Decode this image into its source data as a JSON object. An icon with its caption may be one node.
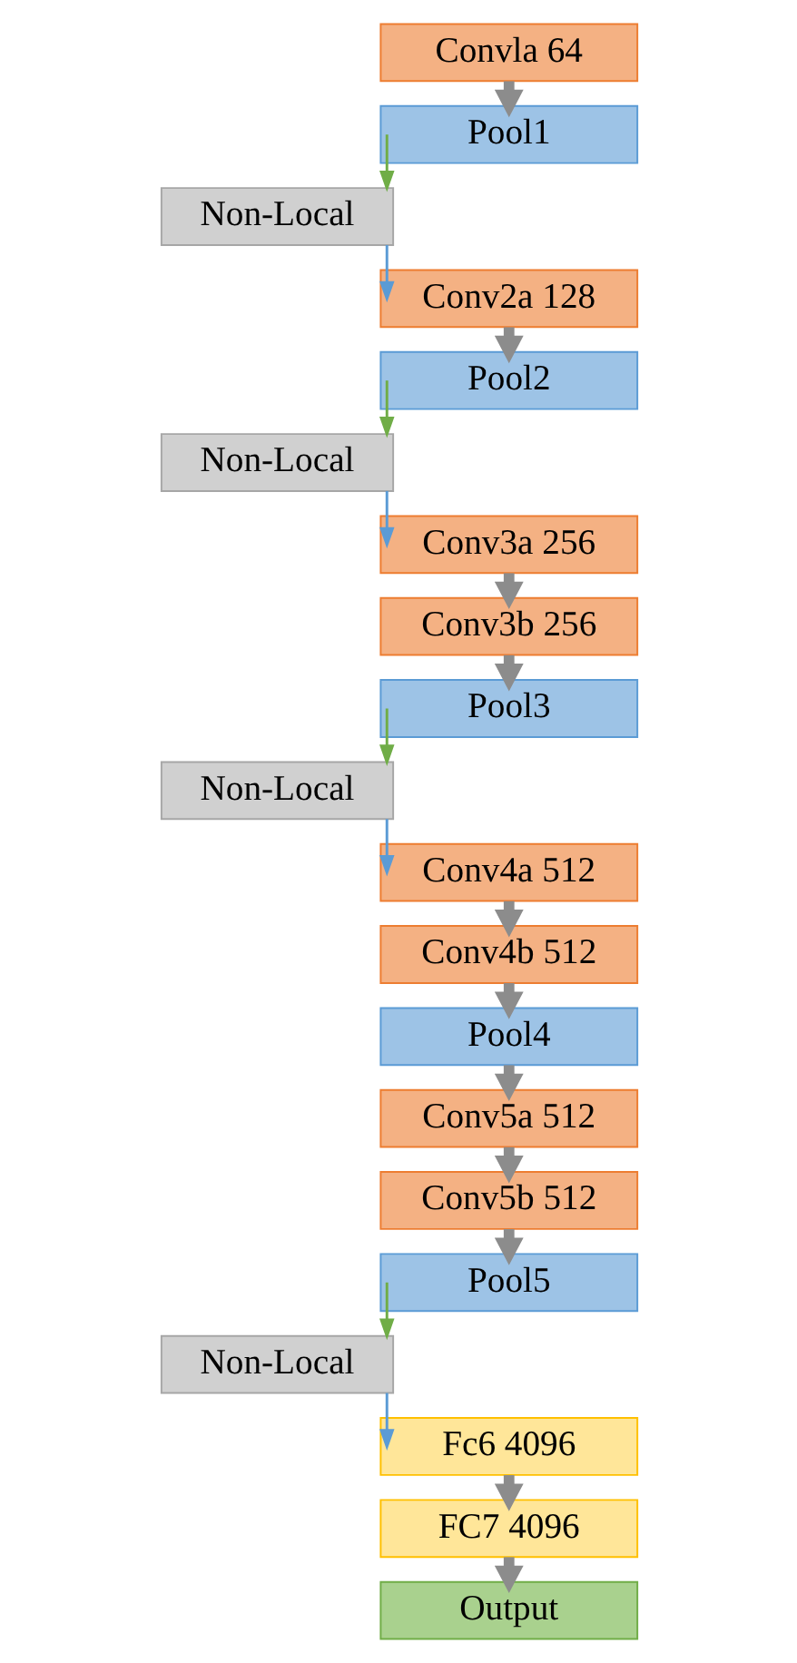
{
  "diagram": {
    "nodes": [
      {
        "text": [
          "Convla 64"
        ]
      },
      {
        "text": [
          "Pool1"
        ]
      },
      {
        "text": [
          "Non-Local"
        ]
      },
      {
        "text": [
          "Conv2a 128"
        ]
      },
      {
        "text": [
          "Pool2"
        ]
      },
      {
        "text": [
          "Non-Local"
        ]
      },
      {
        "text": [
          "Conv3a 256"
        ]
      },
      {
        "text": [
          "Conv3b 256"
        ]
      },
      {
        "text": [
          "Pool3"
        ]
      },
      {
        "text": [
          "Non-Local"
        ]
      },
      {
        "text": [
          "Conv4a 512"
        ]
      },
      {
        "text": [
          "Conv4b 512"
        ]
      },
      {
        "text": [
          "Pool4"
        ]
      },
      {
        "text": [
          "Conv5a 512"
        ]
      },
      {
        "text": [
          "Conv5b 512"
        ]
      },
      {
        "text": [
          "Pool5"
        ]
      },
      {
        "text": [
          "Non-Local"
        ]
      },
      {
        "text": [
          "Fc6 4096"
        ]
      },
      {
        "text": [
          "FC7 4096"
        ]
      },
      {
        "text": [
          "Output"
        ]
      }
    ],
    "edges": [
      {
        "from": 0,
        "to": 1,
        "arrow": "to"
      },
      {
        "from": 1,
        "to": 2,
        "arrow": "to",
        "color": "#70ad47"
      },
      {
        "from": 2,
        "to": 3,
        "arrow": "to",
        "color": "#5b9bd5"
      },
      {
        "from": 3,
        "to": 4,
        "arrow": "to"
      },
      {
        "from": 4,
        "to": 5,
        "arrow": "to",
        "color": "#70ad47"
      },
      {
        "from": 5,
        "to": 6,
        "arrow": "to",
        "color": "#5b9bd5"
      },
      {
        "from": 6,
        "to": 7,
        "arrow": "to"
      },
      {
        "from": 7,
        "to": 8,
        "arrow": "to"
      },
      {
        "from": 8,
        "to": 9,
        "arrow": "to",
        "color": "#70ad47"
      },
      {
        "from": 9,
        "to": 10,
        "arrow": "to",
        "color": "#5b9bd5"
      },
      {
        "from": 10,
        "to": 11,
        "arrow": "to"
      },
      {
        "from": 11,
        "to": 12,
        "arrow": "to"
      },
      {
        "from": 12,
        "to": 13,
        "arrow": "to"
      },
      {
        "from": 13,
        "to": 14,
        "arrow": "to"
      },
      {
        "from": 14,
        "to": 15,
        "arrow": "to"
      },
      {
        "from": 15,
        "to": 16,
        "arrow": "to",
        "color": "#70ad47"
      },
      {
        "from": 16,
        "to": 17,
        "arrow": "to",
        "color": "#5b9bd5"
      },
      {
        "from": 17,
        "to": 18,
        "arrow": "to"
      },
      {
        "from": 18,
        "to": 19,
        "arrow": "to"
      }
    ]
  }
}
